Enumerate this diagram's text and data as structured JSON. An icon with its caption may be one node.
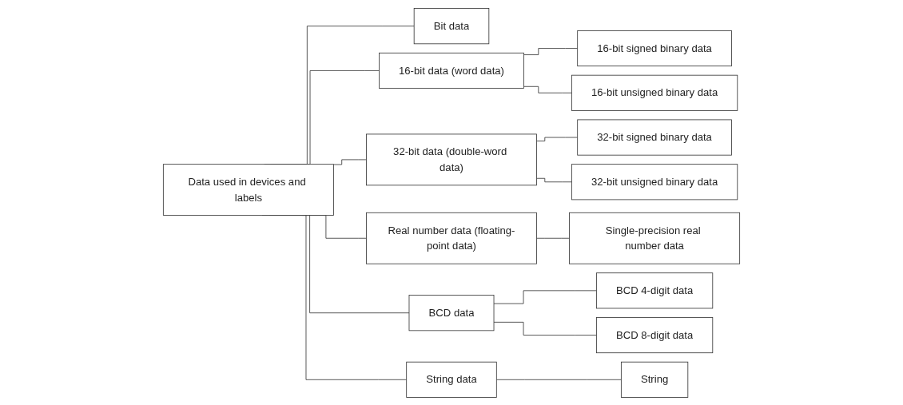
{
  "diagram": {
    "nodes": [
      {
        "text": [
          "Data used in devices and labels"
        ]
      },
      {
        "text": [
          "Bit data"
        ]
      },
      {
        "text": [
          "16-bit data (word data)"
        ]
      },
      {
        "text": [
          "16-bit signed binary data"
        ]
      },
      {
        "text": [
          "16-bit unsigned binary data"
        ]
      },
      {
        "text": [
          "32-bit data (double-word data)"
        ]
      },
      {
        "text": [
          "32-bit signed binary data"
        ]
      },
      {
        "text": [
          "32-bit unsigned binary data"
        ]
      },
      {
        "text": [
          "Real number data (floating-point data)"
        ]
      },
      {
        "text": [
          "Single-precision real number data"
        ]
      },
      {
        "text": [
          "BCD data"
        ]
      },
      {
        "text": [
          "BCD 4-digit data"
        ]
      },
      {
        "text": [
          "BCD 8-digit data"
        ]
      },
      {
        "text": [
          "String data"
        ]
      },
      {
        "text": [
          "String"
        ]
      }
    ],
    "edges": [
      {
        "from": 0,
        "to": 1,
        "arrow": "none"
      },
      {
        "from": 0,
        "to": 2,
        "arrow": "none"
      },
      {
        "from": 0,
        "to": 5,
        "arrow": "none"
      },
      {
        "from": 0,
        "to": 8,
        "arrow": "none"
      },
      {
        "from": 0,
        "to": 10,
        "arrow": "none"
      },
      {
        "from": 0,
        "to": 13,
        "arrow": "none"
      },
      {
        "from": 2,
        "to": 3,
        "arrow": "none"
      },
      {
        "from": 2,
        "to": 4,
        "arrow": "none"
      },
      {
        "from": 5,
        "to": 6,
        "arrow": "none"
      },
      {
        "from": 5,
        "to": 7,
        "arrow": "none"
      },
      {
        "from": 8,
        "to": 9,
        "arrow": "none"
      },
      {
        "from": 10,
        "to": 11,
        "arrow": "none"
      },
      {
        "from": 10,
        "to": 12,
        "arrow": "none"
      },
      {
        "from": 13,
        "to": 14,
        "arrow": "none"
      }
    ]
  }
}
